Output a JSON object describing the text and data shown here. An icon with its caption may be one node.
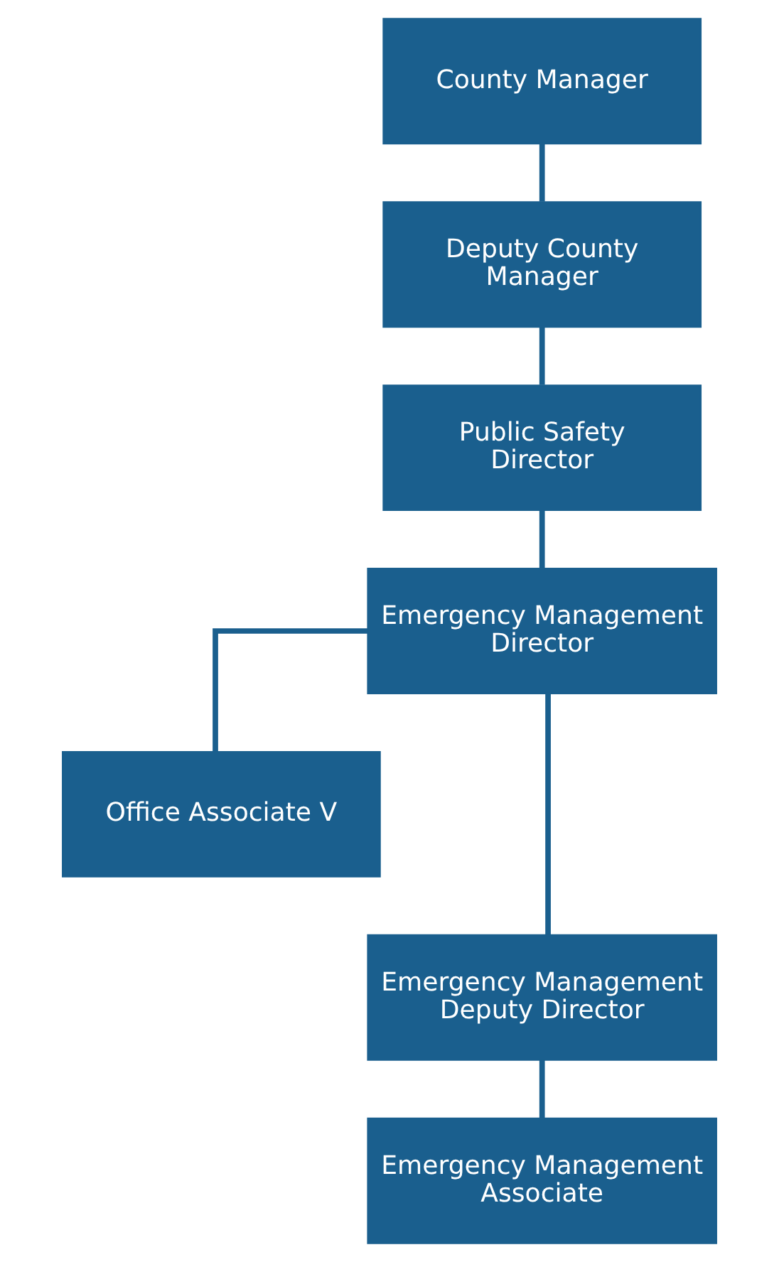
{
  "diagram": {
    "nodes": [
      {
        "text": [
          "County Manager"
        ]
      },
      {
        "text": [
          "Deputy County Manager"
        ]
      },
      {
        "text": [
          "Public Safety Director"
        ]
      },
      {
        "text": [
          "Emergency Management Director"
        ]
      },
      {
        "text": [
          "Office Associate V"
        ]
      },
      {
        "text": [
          "Emergency Management Deputy Director"
        ]
      },
      {
        "text": [
          "Emergency Management Associate"
        ]
      }
    ],
    "edges": [
      {
        "from": 0,
        "to": 1,
        "arrow": "none"
      },
      {
        "from": 1,
        "to": 2,
        "arrow": "none"
      },
      {
        "from": 2,
        "to": 3,
        "arrow": "none"
      },
      {
        "from": 3,
        "to": 4,
        "arrow": "none"
      },
      {
        "from": 3,
        "to": 5,
        "arrow": "none"
      },
      {
        "from": 5,
        "to": 6,
        "arrow": "none"
      }
    ]
  }
}
